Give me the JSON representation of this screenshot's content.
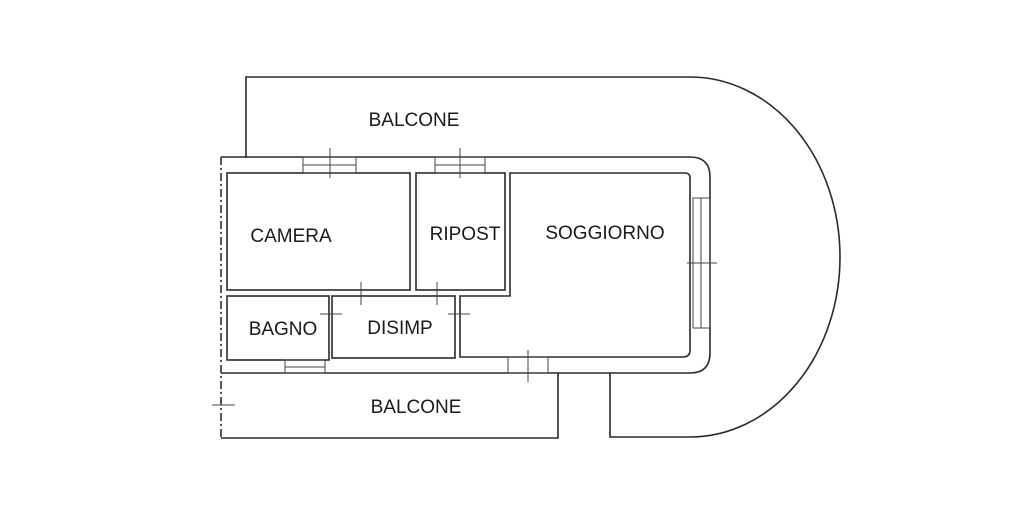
{
  "rooms": {
    "balcone_top": "BALCONE",
    "camera": "CAMERA",
    "ripost": "RIPOST",
    "soggiorno": "SOGGIORNO",
    "bagno": "BAGNO",
    "disimp": "DISIMP",
    "balcone_bottom": "BALCONE"
  }
}
